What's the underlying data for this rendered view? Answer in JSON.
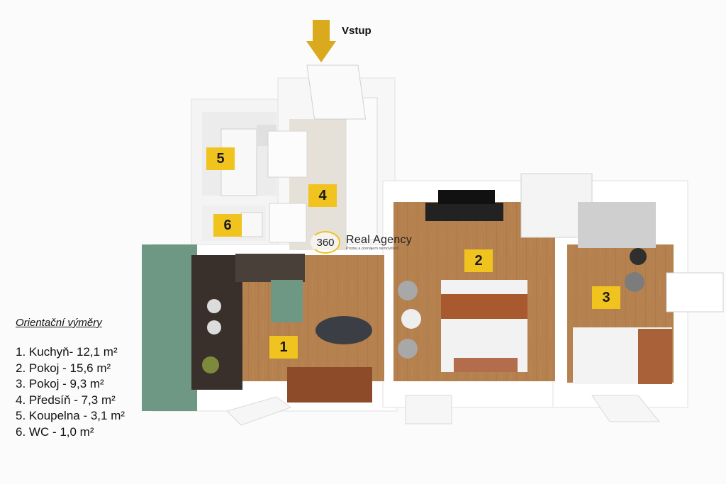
{
  "entrance": {
    "label": "Vstup"
  },
  "rooms": [
    {
      "number": "1",
      "name": "Kuchyň"
    },
    {
      "number": "2",
      "name": "Pokoj"
    },
    {
      "number": "3",
      "name": "Pokoj"
    },
    {
      "number": "4",
      "name": "Předsíň"
    },
    {
      "number": "5",
      "name": "Koupelna"
    },
    {
      "number": "6",
      "name": "WC"
    }
  ],
  "legend": {
    "title": "Orientační výměry",
    "items": [
      "1. Kuchyň- 12,1 m²",
      "2. Pokoj - 15,6 m²",
      "3. Pokoj - 9,3 m²",
      "4. Předsíň - 7,3 m²",
      "5. Koupelna - 3,1 m²",
      "6. WC - 1,0 m²"
    ]
  },
  "logo": {
    "mark": "360",
    "name": "Real Agency",
    "tagline": "Prodej a pronájem nemovitostí"
  },
  "colors": {
    "badge": "#f0c31f",
    "arrow": "#d9a91e",
    "wood_floor": "#b5814f",
    "walls": "#ffffff",
    "kitchen_cabinets": "#6f9884",
    "hall_floor": "#e6e1d8"
  }
}
